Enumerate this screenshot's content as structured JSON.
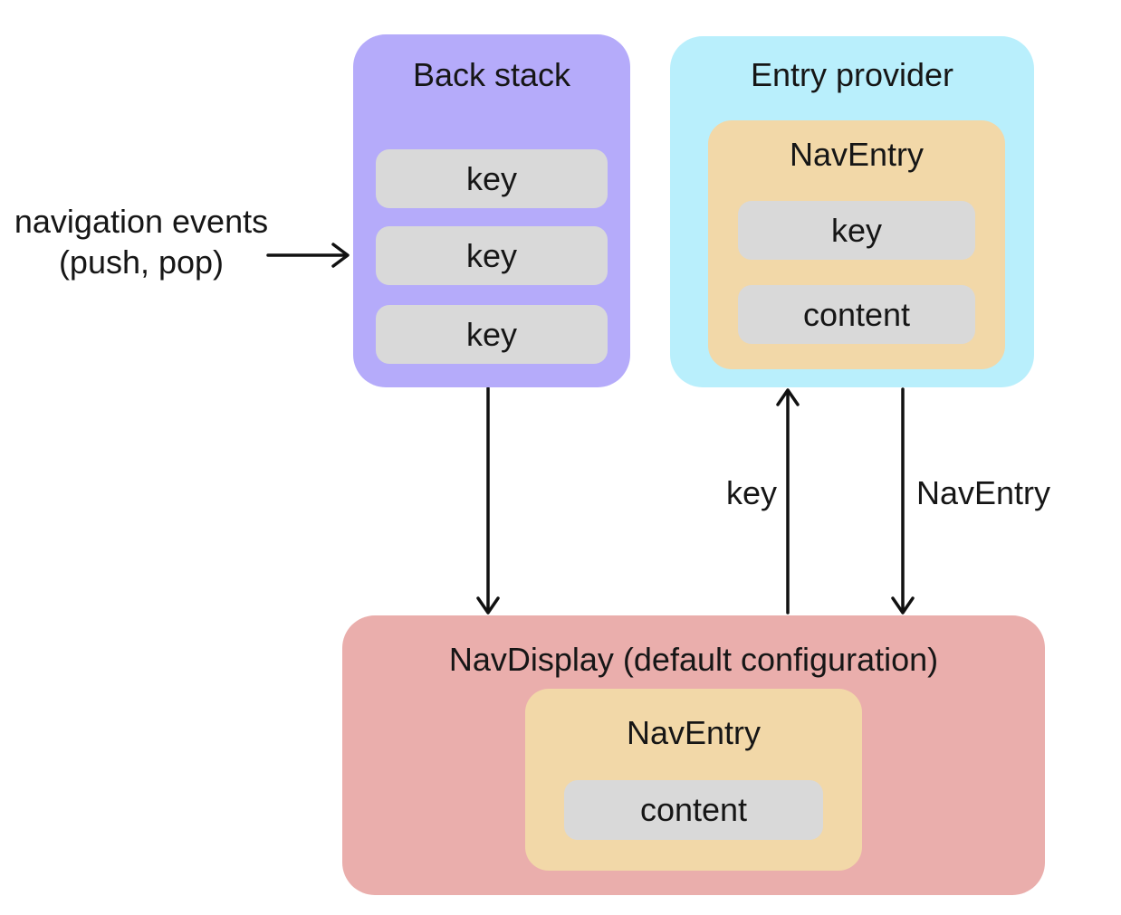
{
  "diagram": {
    "external_input": {
      "line1": "navigation events",
      "line2": "(push, pop)"
    },
    "back_stack": {
      "title": "Back stack",
      "keys": [
        "key",
        "key",
        "key"
      ]
    },
    "entry_provider": {
      "title": "Entry provider",
      "nav_entry": {
        "title": "NavEntry",
        "key_label": "key",
        "content_label": "content"
      }
    },
    "nav_display": {
      "title": "NavDisplay (default configuration)",
      "nav_entry": {
        "title": "NavEntry",
        "content_label": "content"
      }
    },
    "arrow_labels": {
      "key": "key",
      "nav_entry": "NavEntry"
    },
    "colors": {
      "back_stack_fill": "#b5abfa",
      "entry_provider_fill": "#b9effc",
      "nav_entry_fill": "#f2d8a8",
      "pill_fill": "#d9d9d9",
      "nav_display_fill": "#eaaeac",
      "arrow_stroke": "#111111",
      "text": "#161616"
    }
  }
}
